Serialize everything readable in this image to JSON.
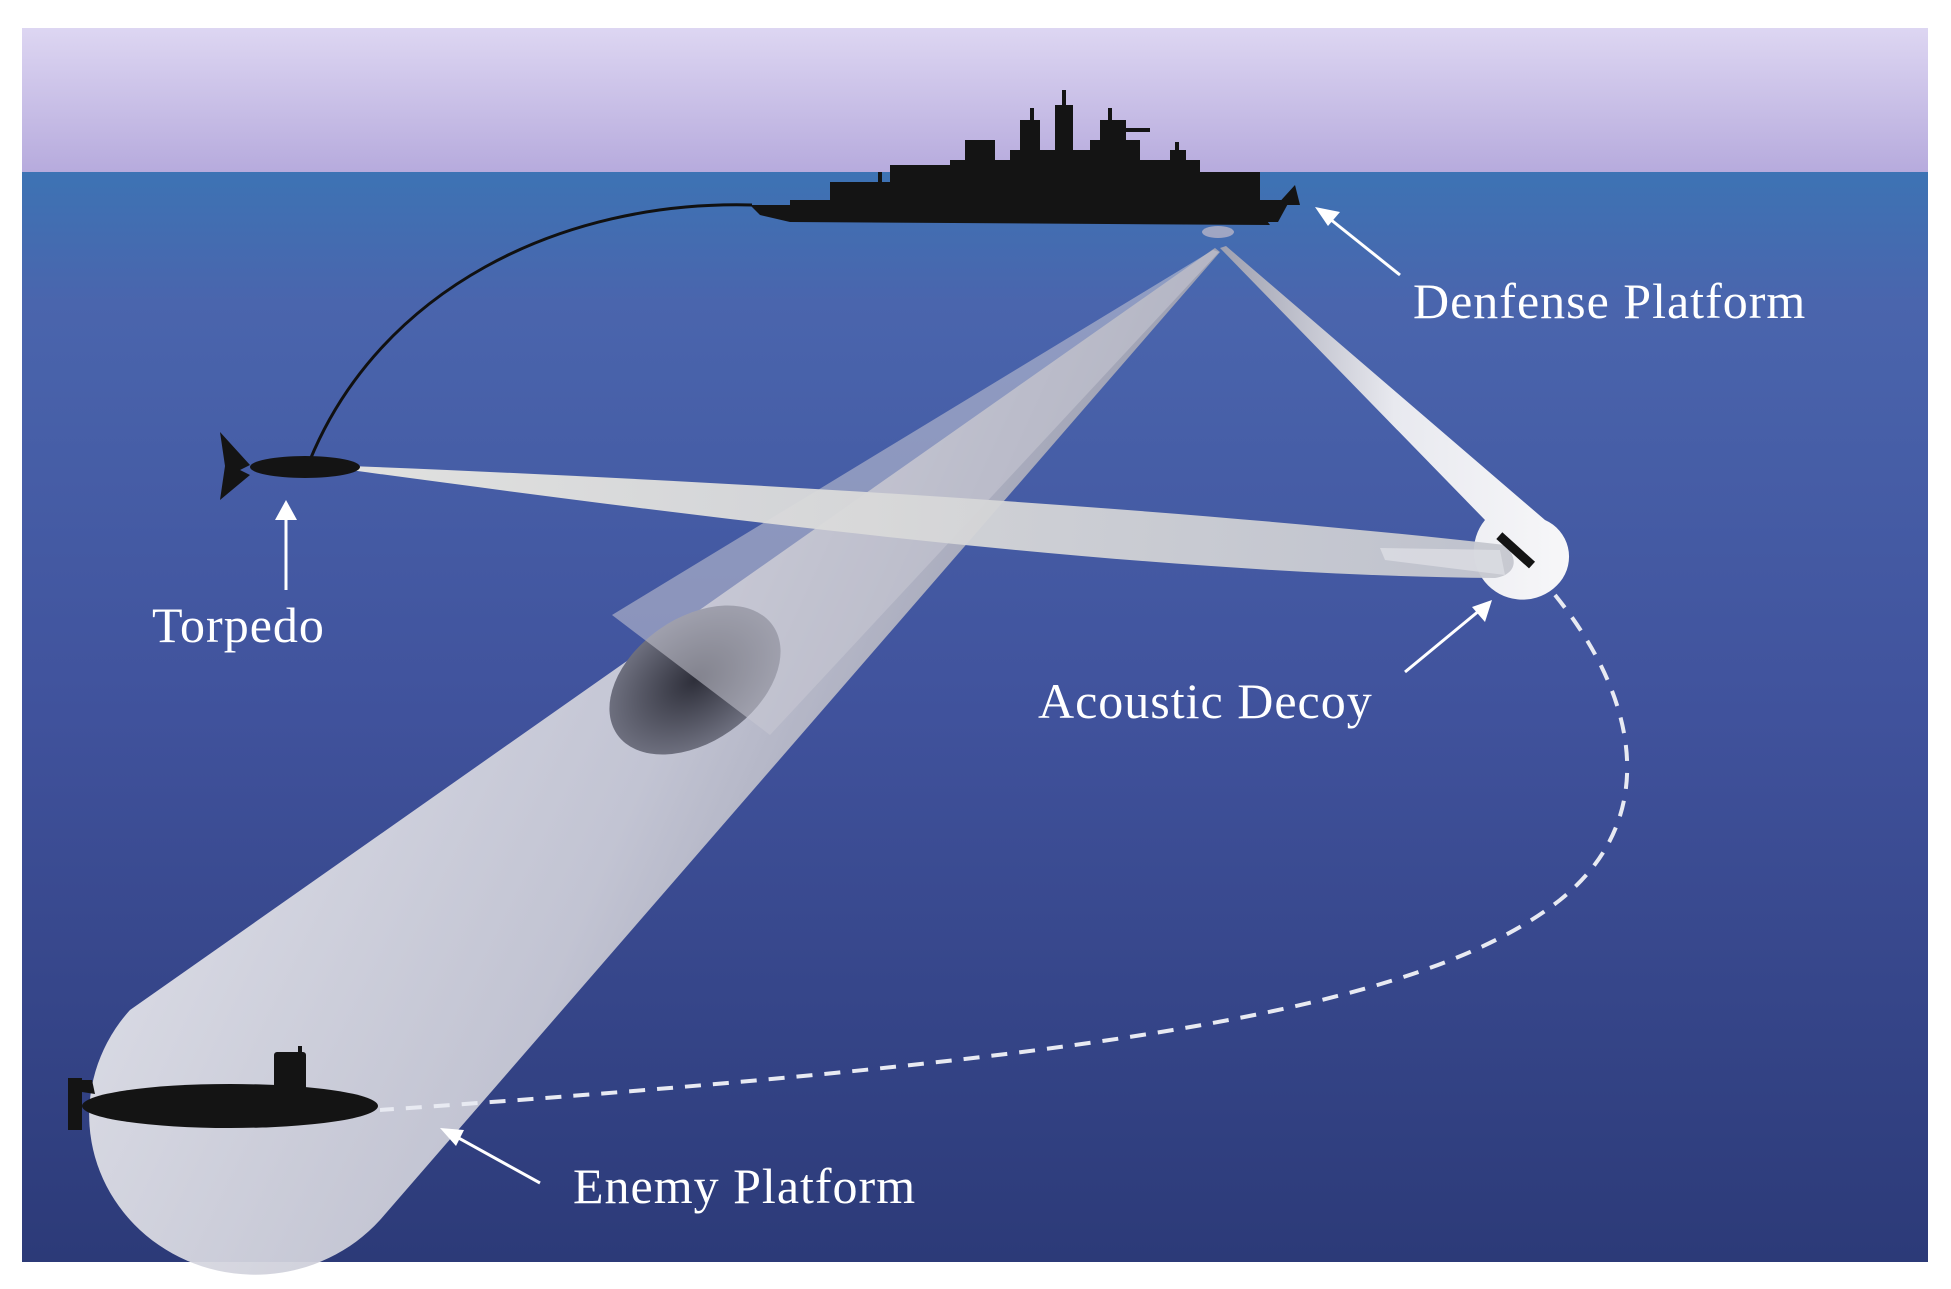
{
  "labels": {
    "defense_platform": "Denfense Platform",
    "torpedo": "Torpedo",
    "acoustic_decoy": "Acoustic Decoy",
    "enemy_platform": "Enemy Platform"
  },
  "colors": {
    "sky_top": "#d9d2f0",
    "sky_bottom": "#b8acde",
    "sea_top": "#3f6fb0",
    "sea_mid": "#4a5ea8",
    "sea_bottom": "#2f3c7a",
    "beam": "#e6e8f0",
    "silhouette": "#141414",
    "label": "#ffffff"
  },
  "icons": [
    "warship-icon",
    "torpedo-icon",
    "submarine-icon",
    "decoy-icon"
  ]
}
